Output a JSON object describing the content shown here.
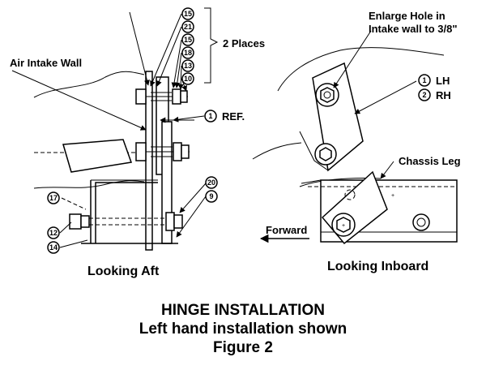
{
  "labels": {
    "two_places": "2 Places",
    "air_intake_wall": "Air Intake Wall",
    "ref": "REF.",
    "enlarge_hole_line1": "Enlarge Hole in",
    "enlarge_hole_line2": "Intake wall to 3/8\"",
    "lh": "LH",
    "rh": "RH",
    "chassis_leg": "Chassis Leg",
    "forward": "Forward"
  },
  "views": {
    "looking_aft": "Looking Aft",
    "looking_inboard": "Looking Inboard"
  },
  "callouts": {
    "aft_stack": [
      "15",
      "21",
      "15",
      "18",
      "13",
      "10"
    ],
    "aft_ref": "1",
    "aft_right_lower": [
      "20",
      "9"
    ],
    "aft_left_lower": [
      "17",
      "12",
      "14"
    ],
    "inboard_lh": "1",
    "inboard_rh": "2"
  },
  "caption": {
    "line1": "HINGE INSTALLATION",
    "line2": "Left hand installation shown",
    "line3": "Figure 2"
  }
}
